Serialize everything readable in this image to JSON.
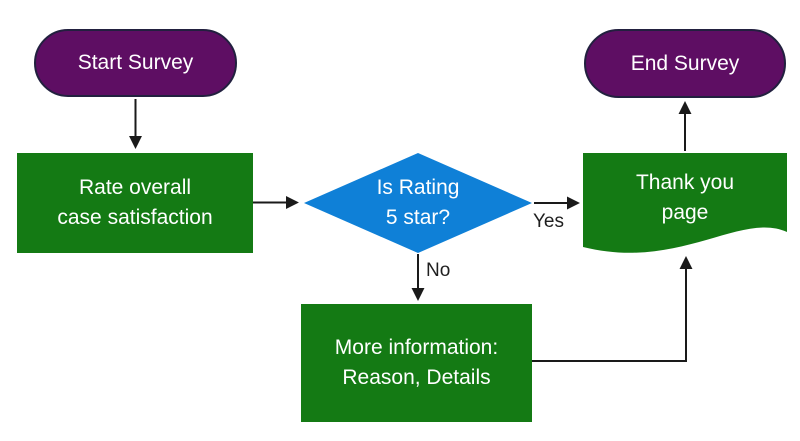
{
  "diagram": {
    "background": "#ffffff",
    "colors": {
      "terminator_fill": "#5e0e63",
      "terminator_border": "#22203f",
      "process_fill": "#147a14",
      "decision_fill": "#0f80d7",
      "arrow": "#1a1a1a",
      "node_text": "#ffffff",
      "edge_label_text": "#1f1f1f"
    },
    "nodes": {
      "start": {
        "shape": "terminator",
        "label": "Start Survey"
      },
      "rate": {
        "shape": "process",
        "line1": "Rate overall",
        "line2": "case satisfaction"
      },
      "decision": {
        "shape": "decision",
        "line1": "Is Rating",
        "line2": "5 star?"
      },
      "more_info": {
        "shape": "process",
        "line1": "More information:",
        "line2": "Reason, Details"
      },
      "thank_you": {
        "shape": "document",
        "line1": "Thank you",
        "line2": "page"
      },
      "end": {
        "shape": "terminator",
        "label": "End Survey"
      }
    },
    "edge_labels": {
      "yes": "Yes",
      "no": "No"
    }
  }
}
